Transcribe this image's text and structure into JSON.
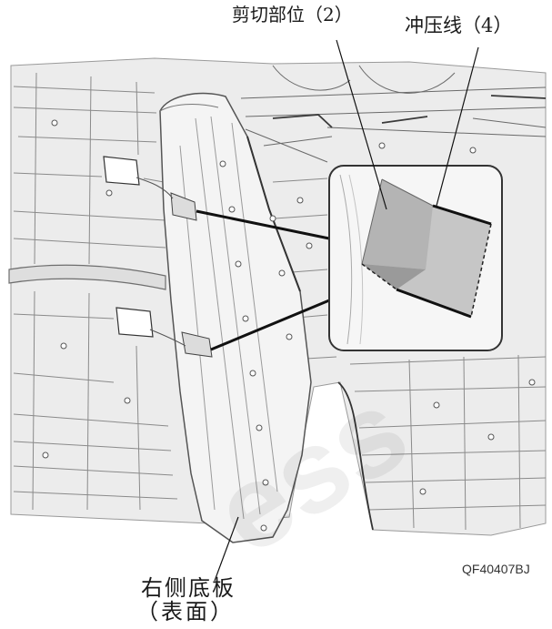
{
  "labels": {
    "cut_position": "剪切部位（2）",
    "stamp_line": "冲压线（4）",
    "panel_name": "右侧底板",
    "panel_side": "（表面）",
    "figure_code": "QF40407BJ",
    "watermark": "ess"
  },
  "colors": {
    "line": "#1a1a1a",
    "structure_fill": "#ececec",
    "panel_fill": "#f4f4f4",
    "sheet_gray": "#c6c6c6",
    "sheet_dark": "#9a9a9a"
  }
}
